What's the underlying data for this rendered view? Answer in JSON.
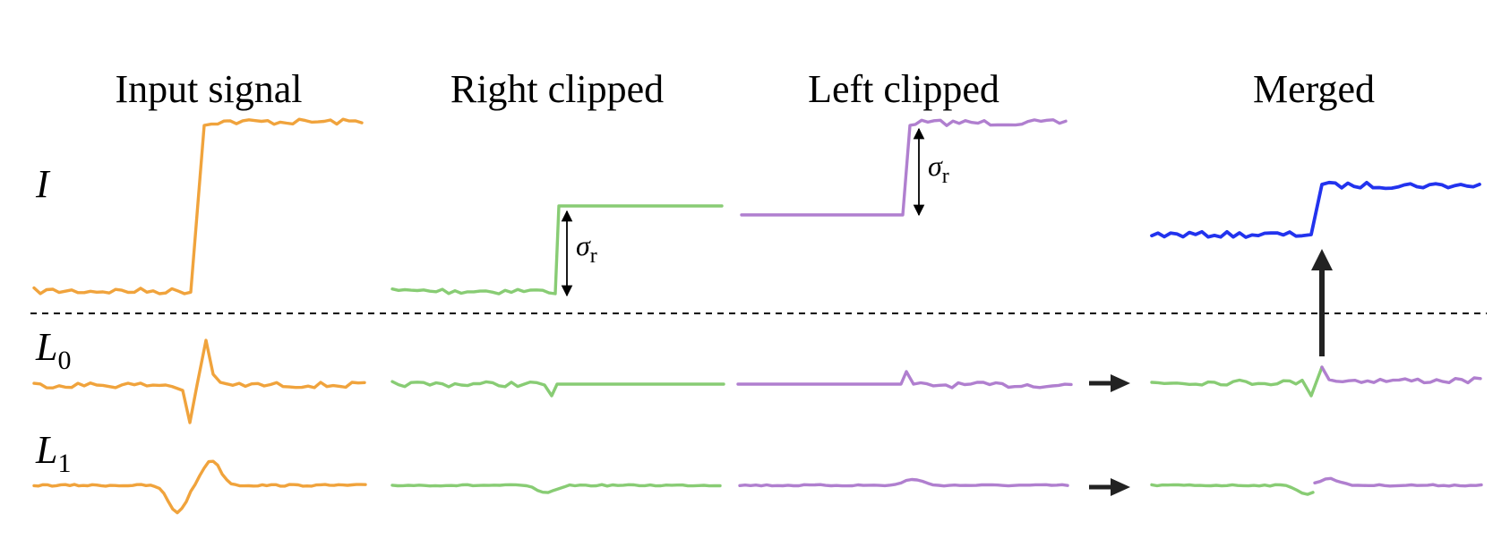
{
  "columns": {
    "input": "Input signal",
    "right": "Right clipped",
    "left": "Left clipped",
    "merged": "Merged"
  },
  "rows": {
    "I": {
      "main": "I",
      "sub": ""
    },
    "L0": {
      "main": "L",
      "sub": "0"
    },
    "L1": {
      "main": "L",
      "sub": "1"
    }
  },
  "annotation": {
    "sigma": "σ",
    "sigma_sub": "r"
  },
  "colors": {
    "input": "#f0a33c",
    "right_clipped": "#88cc74",
    "left_clipped": "#b07fcf",
    "merged": "#2233ee",
    "arrow": "#222222",
    "divider": "#000000"
  }
}
